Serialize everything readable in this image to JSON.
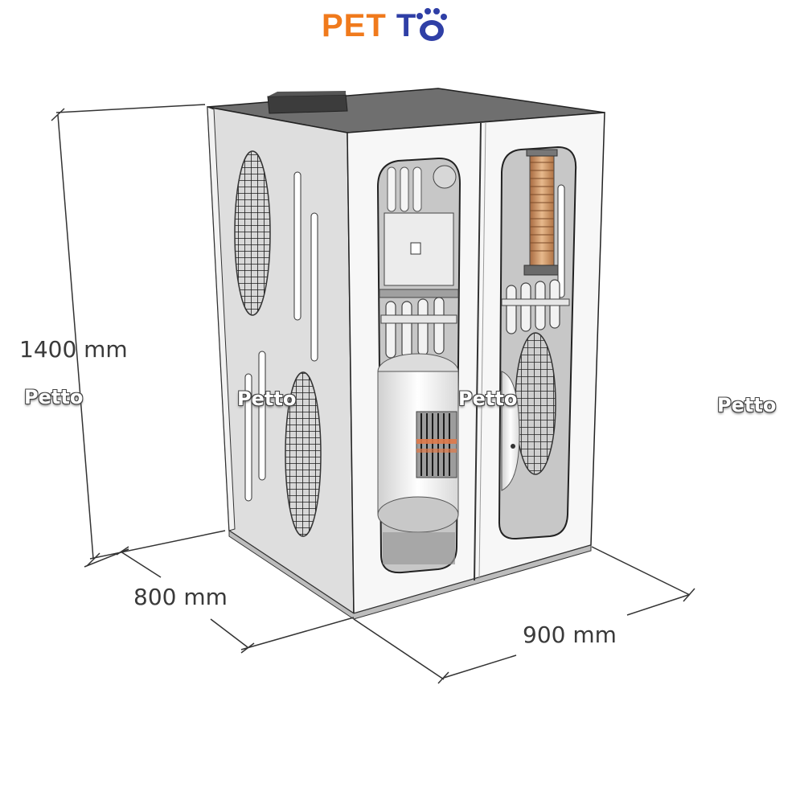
{
  "brand": {
    "logo_text": "PETT",
    "logo_o_icon": "paw-icon",
    "colors": {
      "pet": "#f07a1c",
      "t": "#2f3fa6"
    }
  },
  "dimensions": {
    "height": "1400 mm",
    "depth": "800 mm",
    "width": "900 mm"
  },
  "watermarks": [
    "Petto",
    "Petto",
    "Petto",
    "Petto"
  ]
}
